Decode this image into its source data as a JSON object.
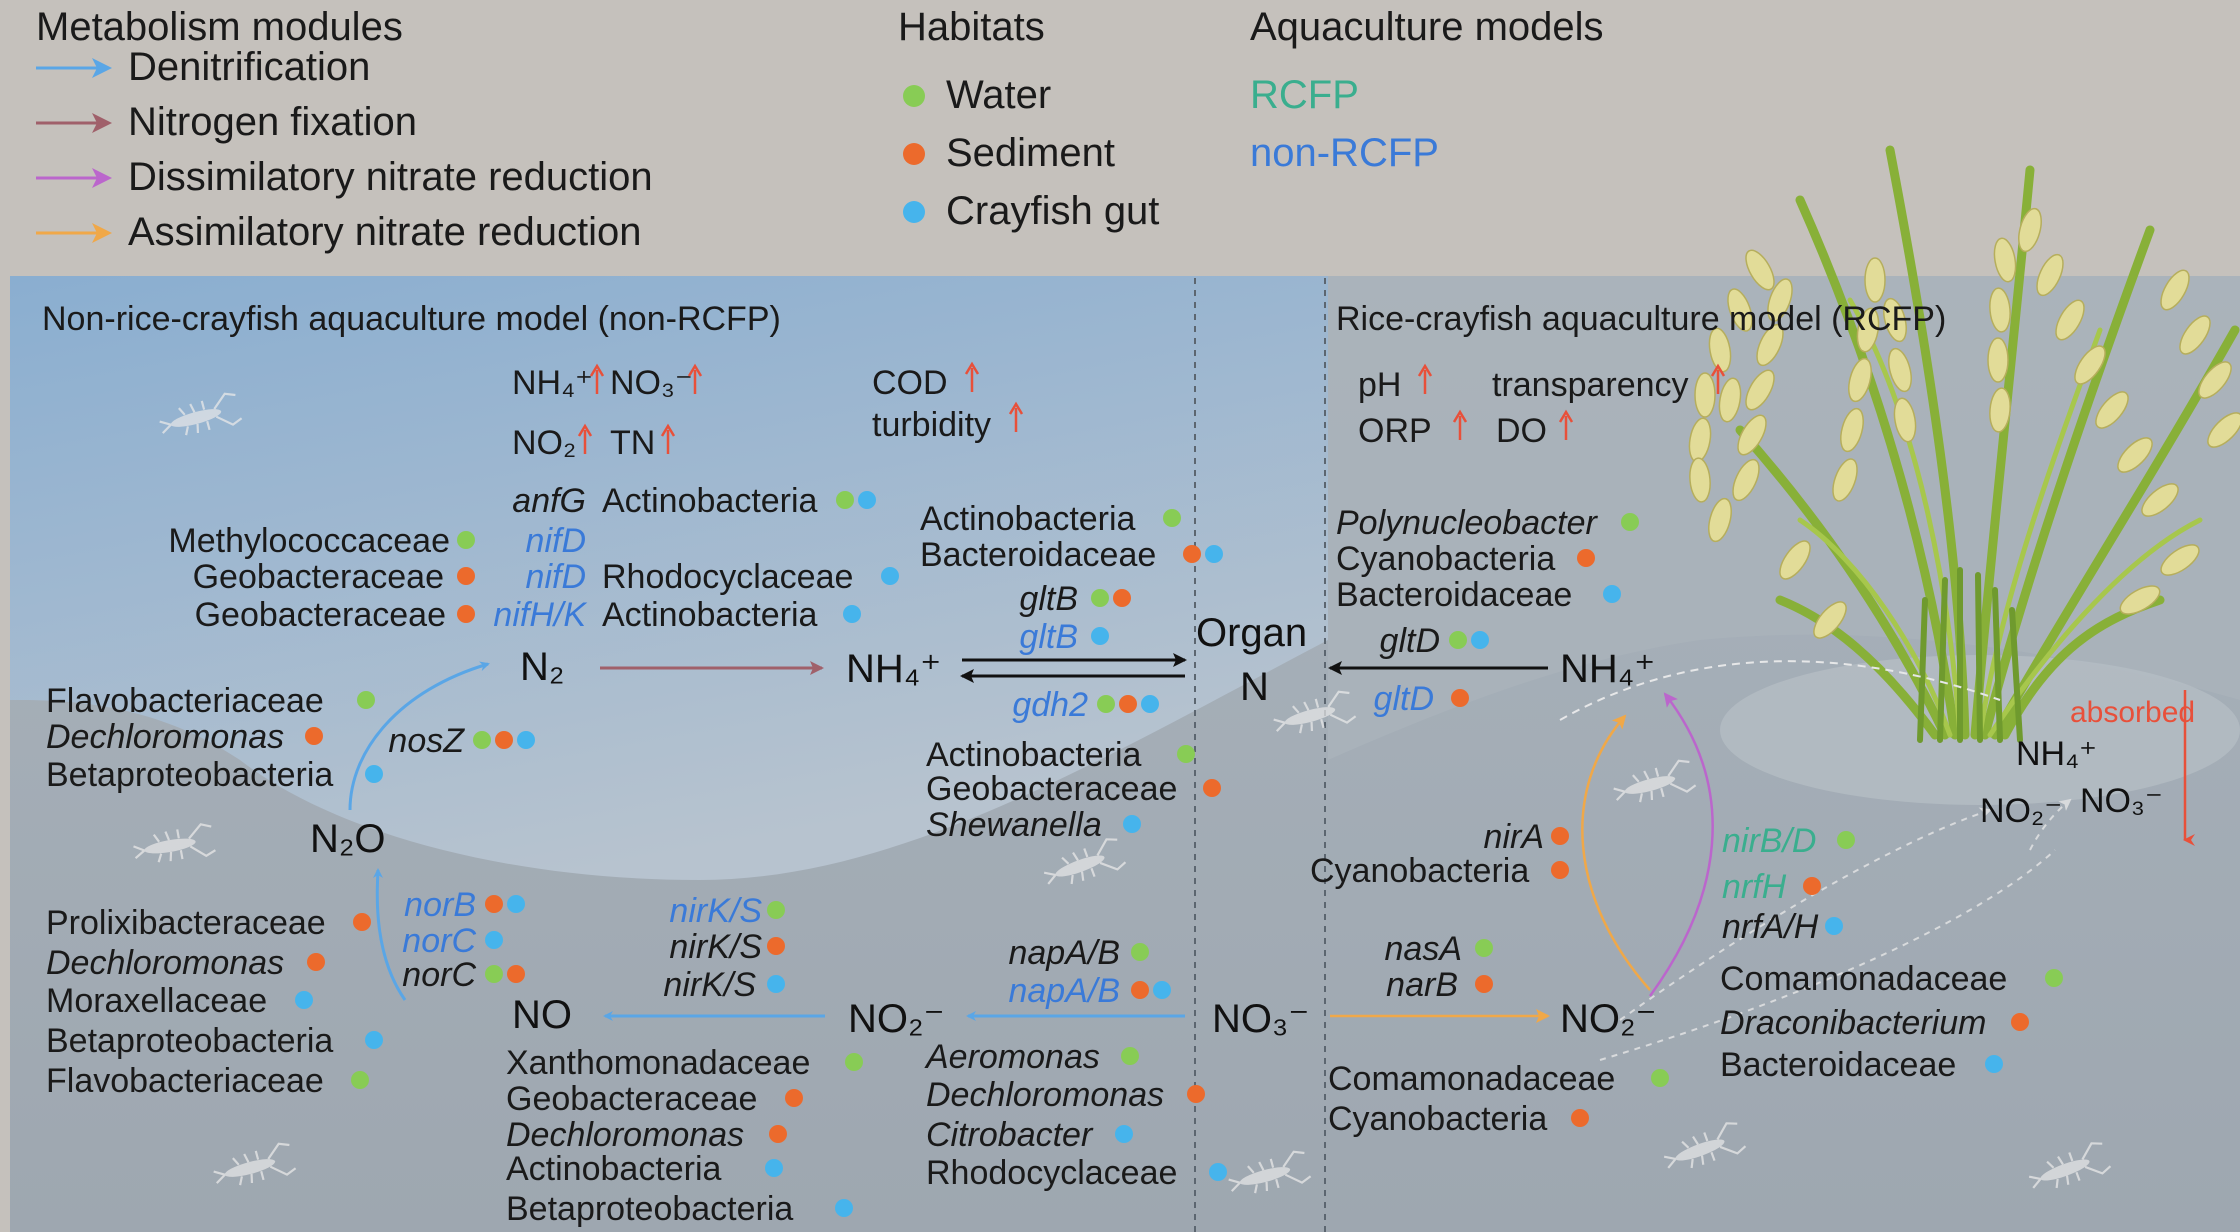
{
  "legend": {
    "modules_title": "Metabolism modules",
    "modules": [
      {
        "label": "Denitrification",
        "color": "#5aa6e6"
      },
      {
        "label": "Nitrogen fixation",
        "color": "#a0606a"
      },
      {
        "label": "Dissimilatory nitrate reduction",
        "color": "#bb66cc"
      },
      {
        "label": "Assimilatory nitrate reduction",
        "color": "#f0a848"
      }
    ],
    "habitats_title": "Habitats",
    "habitats": [
      {
        "label": "Water",
        "color": "#88cc55"
      },
      {
        "label": "Sediment",
        "color": "#ec6a2c"
      },
      {
        "label": "Crayfish gut",
        "color": "#46b4ec"
      }
    ],
    "models_title": "Aquaculture models",
    "models": [
      {
        "label": "RCFP",
        "color": "#3aae8e"
      },
      {
        "label": "non-RCFP",
        "color": "#3a7ad8"
      }
    ]
  },
  "panels": {
    "non_rcfp_title": "Non-rice-crayfish aquaculture model (non-RCFP)",
    "rcfp_title": "Rice-crayfish aquaculture model (RCFP)"
  },
  "params": {
    "left1": "NH₄⁺",
    "left2": "NO₃⁻",
    "left3": "NO₂",
    "left4": "TN",
    "cod": "COD",
    "turbidity": "turbidity",
    "ph": "pH",
    "transparency": "transparency",
    "orp": "ORP",
    "do": "DO"
  },
  "nodes": {
    "n2": "N₂",
    "nh4_left": "NH₄⁺",
    "organ1": "Organ",
    "organ2": "N",
    "nh4_right": "NH₄⁺",
    "n2o": "N₂O",
    "no": "NO",
    "no2_left": "NO₂⁻",
    "no3": "NO₃⁻",
    "no2_right": "NO₂⁻",
    "nh4_rice": "NH₄⁺",
    "no2_rice": "NO₂⁻",
    "no3_rice": "NO₃⁻",
    "absorbed": "absorbed"
  },
  "genes": {
    "anfG": "anfG",
    "nifD1": "nifD",
    "nifD2": "nifD",
    "nifHK": "nifH/K",
    "gltB1": "gltB",
    "gltB2": "gltB",
    "gdh2": "gdh2",
    "gltD1": "gltD",
    "gltD2": "gltD",
    "nosZ": "nosZ",
    "norB": "norB",
    "norC1": "norC",
    "norC2": "norC",
    "nirKS1": "nirK/S",
    "nirKS2": "nirK/S",
    "nirKS3": "nirK/S",
    "napAB1": "napA/B",
    "napAB2": "napA/B",
    "nasA": "nasA",
    "narB": "narB",
    "nirA": "nirA",
    "nirBD": "nirB/D",
    "nrfH": "nrfH",
    "nrfAH": "nrfA/H"
  },
  "taxa": {
    "anfG_taxon": "Actinobacteria",
    "methylococcaceae": "Methylococcaceae",
    "geobacteraceae1": "Geobacteraceae",
    "rhodocyclaceae1": "Rhodocyclaceae",
    "geobacteraceae2": "Geobacteraceae",
    "actinobacteria2": "Actinobacteria",
    "actinobacteria3": "Actinobacteria",
    "bacteroidaceae1": "Bacteroidaceae",
    "actinobacteria4": "Actinobacteria",
    "geobacteraceae3": "Geobacteraceae",
    "shewanella": "Shewanella",
    "polynucleobacter": "Polynucleobacter",
    "cyanobacteria1": "Cyanobacteria",
    "bacteroidaceae2": "Bacteroidaceae",
    "flavobacteriaceae1": "Flavobacteriaceae",
    "dechloromonas1": "Dechloromonas",
    "betaproteobacteria1": "Betaproteobacteria",
    "prolixibacteraceae": "Prolixibacteraceae",
    "dechloromonas2": "Dechloromonas",
    "moraxellaceae": "Moraxellaceae",
    "betaproteobacteria2": "Betaproteobacteria",
    "flavobacteriaceae2": "Flavobacteriaceae",
    "xanthomonadaceae": "Xanthomonadaceae",
    "geobacteraceae4": "Geobacteraceae",
    "dechloromonas3": "Dechloromonas",
    "actinobacteria5": "Actinobacteria",
    "betaproteobacteria3": "Betaproteobacteria",
    "aeromonas": "Aeromonas",
    "dechloromonas4": "Dechloromonas",
    "citrobacter": "Citrobacter",
    "rhodocyclaceae2": "Rhodocyclaceae",
    "cyanobacteria2": "Cyanobacteria",
    "comamonadaceae1": "Comamonadaceae",
    "cyanobacteria3": "Cyanobacteria",
    "comamonadaceae2": "Comamonadaceae",
    "draconibacterium": "Draconibacterium",
    "bacteroidaceae3": "Bacteroidaceae"
  }
}
